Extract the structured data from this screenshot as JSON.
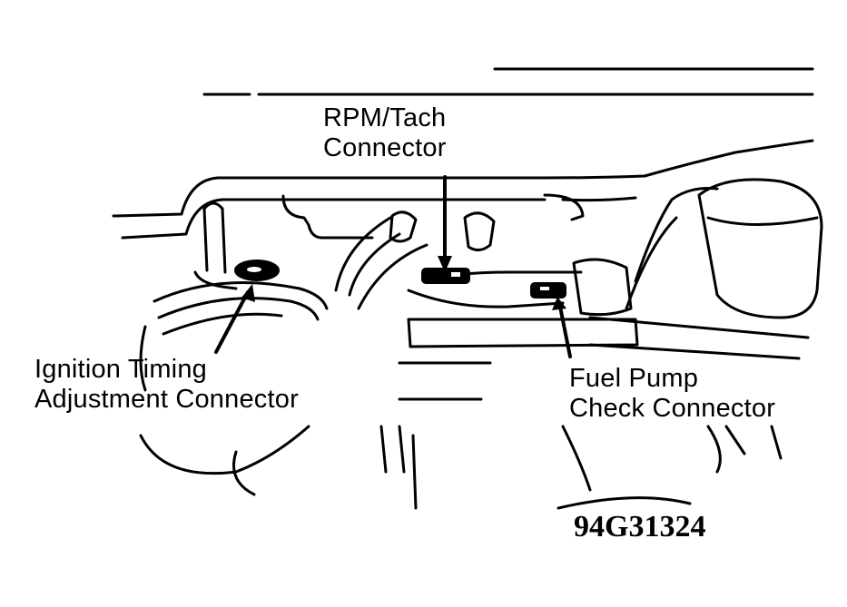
{
  "labels": {
    "rpm_tach": [
      "RPM/Tach",
      "Connector"
    ],
    "ignition_timing": [
      "Ignition Timing",
      "Adjustment Connector"
    ],
    "fuel_pump": [
      "Fuel Pump",
      "Check Connector"
    ]
  },
  "figure_code": "94G31324",
  "colors": {
    "ink": "#000000",
    "paper": "#ffffff"
  }
}
